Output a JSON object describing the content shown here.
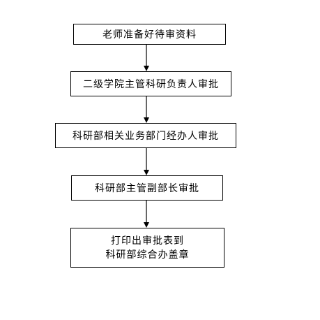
{
  "flowchart": {
    "steps": [
      {
        "text": "老师准备好待审资料"
      },
      {
        "text": "二级学院主管科研负责人审批"
      },
      {
        "text": "科研部相关业务部门经办人审批"
      },
      {
        "text": "科研部主管副部长审批"
      },
      {
        "line1": "打印出审批表到",
        "line2": "科研部综合办盖章"
      }
    ]
  }
}
